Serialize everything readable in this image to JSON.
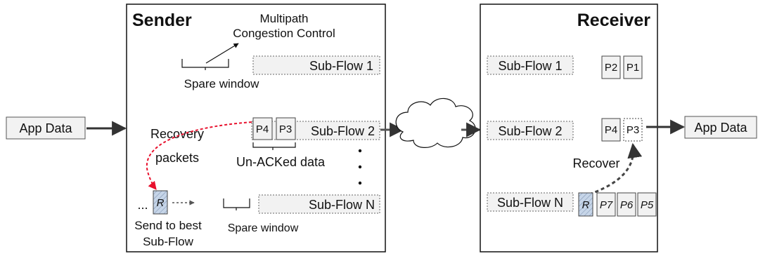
{
  "sender": {
    "title": "Sender",
    "congestion_line1": "Multipath",
    "congestion_line2": "Congestion Control",
    "spare_window_top": "Spare window",
    "subflow_1": "Sub-Flow 1",
    "subflow_2": "Sub-Flow 2",
    "subflow_n": "Sub-Flow N",
    "recovery_line1": "Recovery",
    "recovery_line2": "packets",
    "unacked": "Un-ACKed data",
    "ellipsis": "...",
    "send_best_line1": "Send to best",
    "send_best_line2": "Sub-Flow",
    "spare_window_bottom": "Spare window",
    "packets": {
      "p4": "P4",
      "p3": "P3",
      "r": "R"
    }
  },
  "receiver": {
    "title": "Receiver",
    "subflow_1": "Sub-Flow 1",
    "subflow_2": "Sub-Flow 2",
    "subflow_n": "Sub-Flow N",
    "recover": "Recover",
    "packets": {
      "p2": "P2",
      "p1": "P1",
      "p4": "P4",
      "p3": "P3",
      "r": "R",
      "p7": "P7",
      "p6": "P6",
      "p5": "P5"
    }
  },
  "app_data_in": "App Data",
  "app_data_out": "App Data",
  "colors": {
    "box_fill": "#f2f2f2",
    "recovery_packet_fill": "#c6d5e8",
    "recovery_arrow": "#e8112d",
    "cloud_fill": "#ffffff"
  }
}
